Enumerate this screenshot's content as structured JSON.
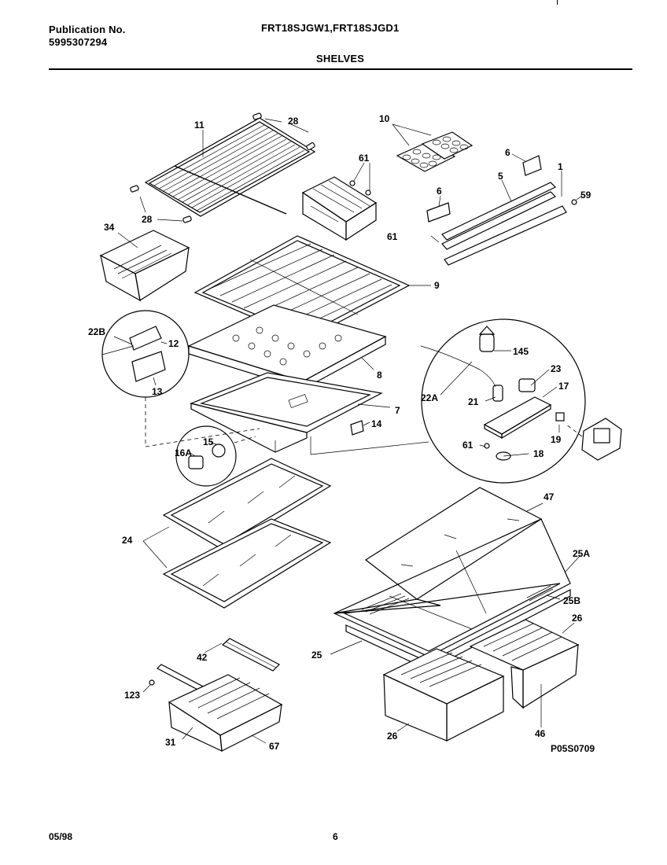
{
  "header": {
    "publication_label": "Publication No.",
    "publication_number": "5995307294",
    "model_numbers": "FRT18SJGW1,FRT18SJGD1",
    "section_title": "SHELVES"
  },
  "diagram": {
    "drawing_code": "P05S0709",
    "callouts": [
      "11",
      "28",
      "28",
      "10",
      "61",
      "6",
      "5",
      "1",
      "59",
      "6",
      "61",
      "34",
      "9",
      "22B",
      "12",
      "13",
      "8",
      "7",
      "14",
      "145",
      "23",
      "17",
      "22A",
      "21",
      "19",
      "61",
      "18",
      "15",
      "16A",
      "47",
      "24",
      "25A",
      "25B",
      "26",
      "25",
      "42",
      "123",
      "31",
      "67",
      "26",
      "46"
    ]
  },
  "footer": {
    "date": "05/98",
    "page_number": "6"
  }
}
